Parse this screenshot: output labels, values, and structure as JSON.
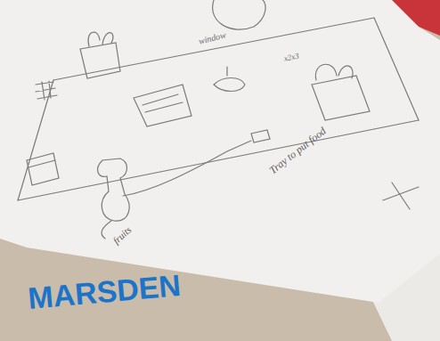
{
  "diagram": {
    "labels": [
      "window",
      "x2x3",
      "Tray to put food",
      "fruits",
      "MARSDEN"
    ]
  }
}
